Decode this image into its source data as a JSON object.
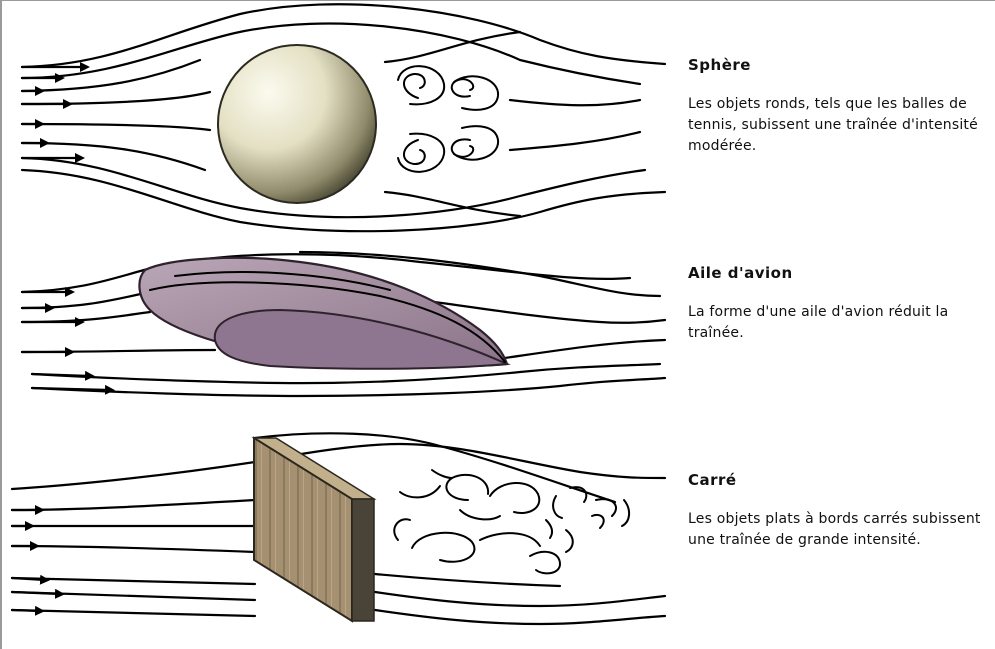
{
  "sections": [
    {
      "id": "sphere",
      "title": "Sphère",
      "description": "Les objets ronds, tels que les balles de tennis, subissent une traînée d'intensité modérée."
    },
    {
      "id": "wing",
      "title": "Aile d'avion",
      "description": "La forme d'une aile d'avion réduit la traînée."
    },
    {
      "id": "square",
      "title": "Carré",
      "description": "Les objets plats à bords carrés subissent une traînée de grande intensité."
    }
  ],
  "colors": {
    "sphere_light": "#f5f3df",
    "sphere_dark": "#3c3a2a",
    "wing_fill": "#a48da0",
    "wing_dark": "#6e5a6c",
    "plate_face": "#a08c68",
    "plate_edge": "#4a4438"
  }
}
